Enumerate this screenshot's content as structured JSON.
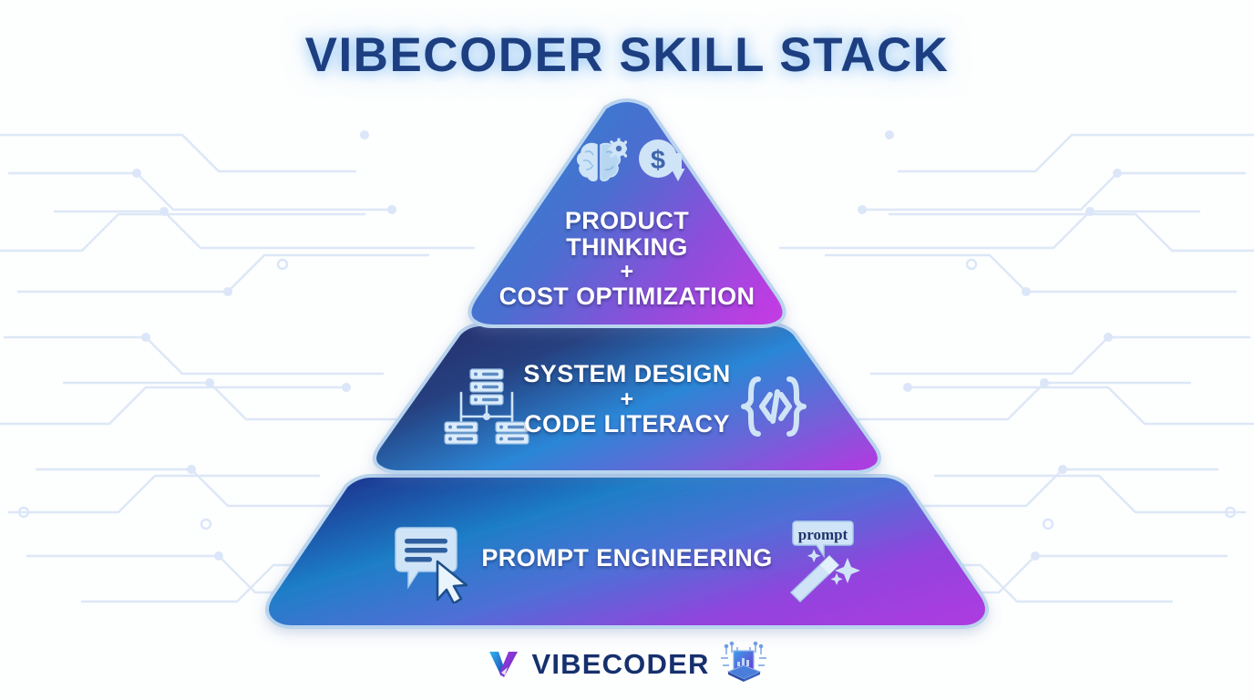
{
  "page": {
    "title": "VIBECODER SKILL STACK",
    "background_color": "#fdfefe",
    "title_color": "#1d3f81",
    "title_glow_color": "#90c4f5",
    "circuit_trace_color": "#dde7f7"
  },
  "pyramid": {
    "tiers": [
      {
        "id": "product-thinking",
        "shape": "triangle",
        "line1": "PRODUCT",
        "line2": "THINKING",
        "plus": "+",
        "line3": "COST OPTIMIZATION",
        "gradient_from": "#2f7fd1",
        "gradient_to": "#bc3ce0",
        "border_color": "#b9d4ee",
        "icons": [
          {
            "name": "brain-gear-icon",
            "label": "brain with gear"
          },
          {
            "name": "cost-down-icon",
            "label": "dollar with down arrow"
          }
        ]
      },
      {
        "id": "system-design",
        "shape": "trapezoid",
        "line1": "SYSTEM DESIGN",
        "plus": "+",
        "line2": "CODE LITERACY",
        "gradient_from": "#2b2f72",
        "gradient_mid": "#2a86d6",
        "gradient_to": "#a83ede",
        "border_color": "#b9d4ee",
        "icons": [
          {
            "name": "server-rack-icon",
            "label": "server architecture"
          },
          {
            "name": "code-brackets-icon",
            "label": "{ </> }"
          }
        ]
      },
      {
        "id": "prompt-engineering",
        "shape": "trapezoid",
        "line1": "PROMPT ENGINEERING",
        "gradient_from": "#1b3a93",
        "gradient_mid": "#1f7ec8",
        "gradient_to": "#a83ede",
        "border_color": "#b9d4ee",
        "icons": [
          {
            "name": "chat-cursor-icon",
            "label": "chat bubble with cursor"
          },
          {
            "name": "magic-wand-icon",
            "label": "magic wand",
            "badge": "prompt"
          }
        ]
      }
    ],
    "connectors": [
      {
        "name": "arrow-base-to-middle",
        "direction": "up"
      },
      {
        "name": "arrow-middle-to-top",
        "direction": "up"
      }
    ]
  },
  "footer": {
    "wordmark": "VIBECODER",
    "logo_name": "vibecoder-v-logo",
    "device_icon_name": "laptop-circuit-icon",
    "wordmark_color": "#16306e"
  }
}
